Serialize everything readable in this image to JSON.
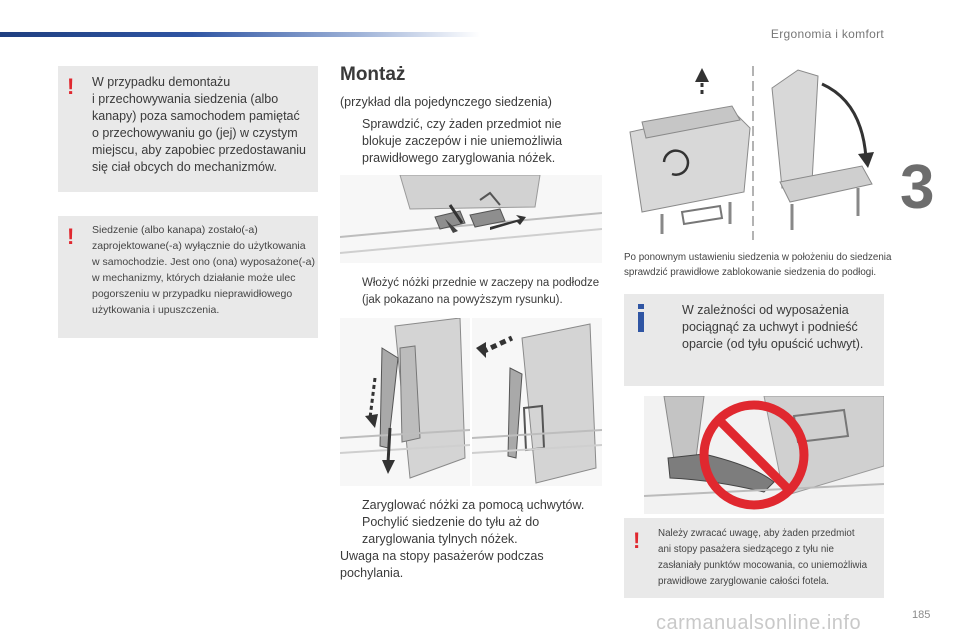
{
  "header": {
    "section_title": "Ergonomia i komfort",
    "chapter": "3"
  },
  "footer": {
    "page_number": "185",
    "watermark": "carmanualsonline.info"
  },
  "colors": {
    "warning": "#e0282f",
    "info": "#2f55a3",
    "box_bg": "#e9e9e9",
    "header_bar": "#1f3f80"
  },
  "warnings": {
    "left_top": {
      "icon": "exclamation-icon",
      "lines": [
        "W przypadku demontażu",
        "i przechowywania siedzenia (albo",
        "kanapy) poza samochodem pamiętać",
        "o przechowywaniu go (jej) w czystym",
        "miejscu, aby zapobiec przedostawaniu",
        "się ciał obcych do mechanizmów."
      ]
    },
    "left_bottom": {
      "icon": "exclamation-icon",
      "lines": [
        "Siedzenie (albo kanapa) zostało(-a)",
        "zaprojektowane(-a) wyłącznie do użytkowania",
        "w samochodzie. Jest ono (ona) wyposażone(-a)",
        "w mechanizmy, których działanie może ulec",
        "pogorszeniu w przypadku nieprawidłowego",
        "użytkowania i upuszczenia."
      ]
    },
    "right_bottom": {
      "icon": "exclamation-icon",
      "lines": [
        "Należy zwracać uwagę, aby żaden przedmiot",
        "ani stopy pasażera siedzącego z tyłu nie",
        "zasłaniały punktów mocowania, co uniemożliwia",
        "prawidłowe zaryglowanie całości fotela."
      ]
    }
  },
  "montaz": {
    "title": "Montaż",
    "subtitle": "(przykład dla pojedynczego siedzenia)",
    "bullet_symbol": "",
    "step1": [
      "Sprawdzić, czy żaden przedmiot nie",
      "blokuje zaczepów i nie uniemożliwia",
      "prawidłowego zaryglowania nóżek."
    ],
    "step2": [
      "Włożyć nóżki przednie w zaczepy na podłodze",
      "(jak pokazano na powyższym rysunku)."
    ],
    "step3": [
      "Zaryglować nóżki za pomocą uchwytów."
    ],
    "step4": [
      "Pochylić siedzenie do tyłu aż do",
      "zaryglowania tylnych nóżek."
    ],
    "note": [
      "Uwaga na stopy pasażerów podczas",
      "pochylania."
    ]
  },
  "right": {
    "caption": [
      "Po ponownym ustawieniu siedzenia w położeniu do siedzenia",
      "sprawdzić prawidłowe zablokowanie siedzenia do podłogi."
    ],
    "info": {
      "icon": "info-icon",
      "lines": [
        "W zależności od wyposażenia",
        "pociągnąć za uchwyt i podnieść",
        "oparcie (od tyłu opuścić uchwyt)."
      ]
    }
  }
}
